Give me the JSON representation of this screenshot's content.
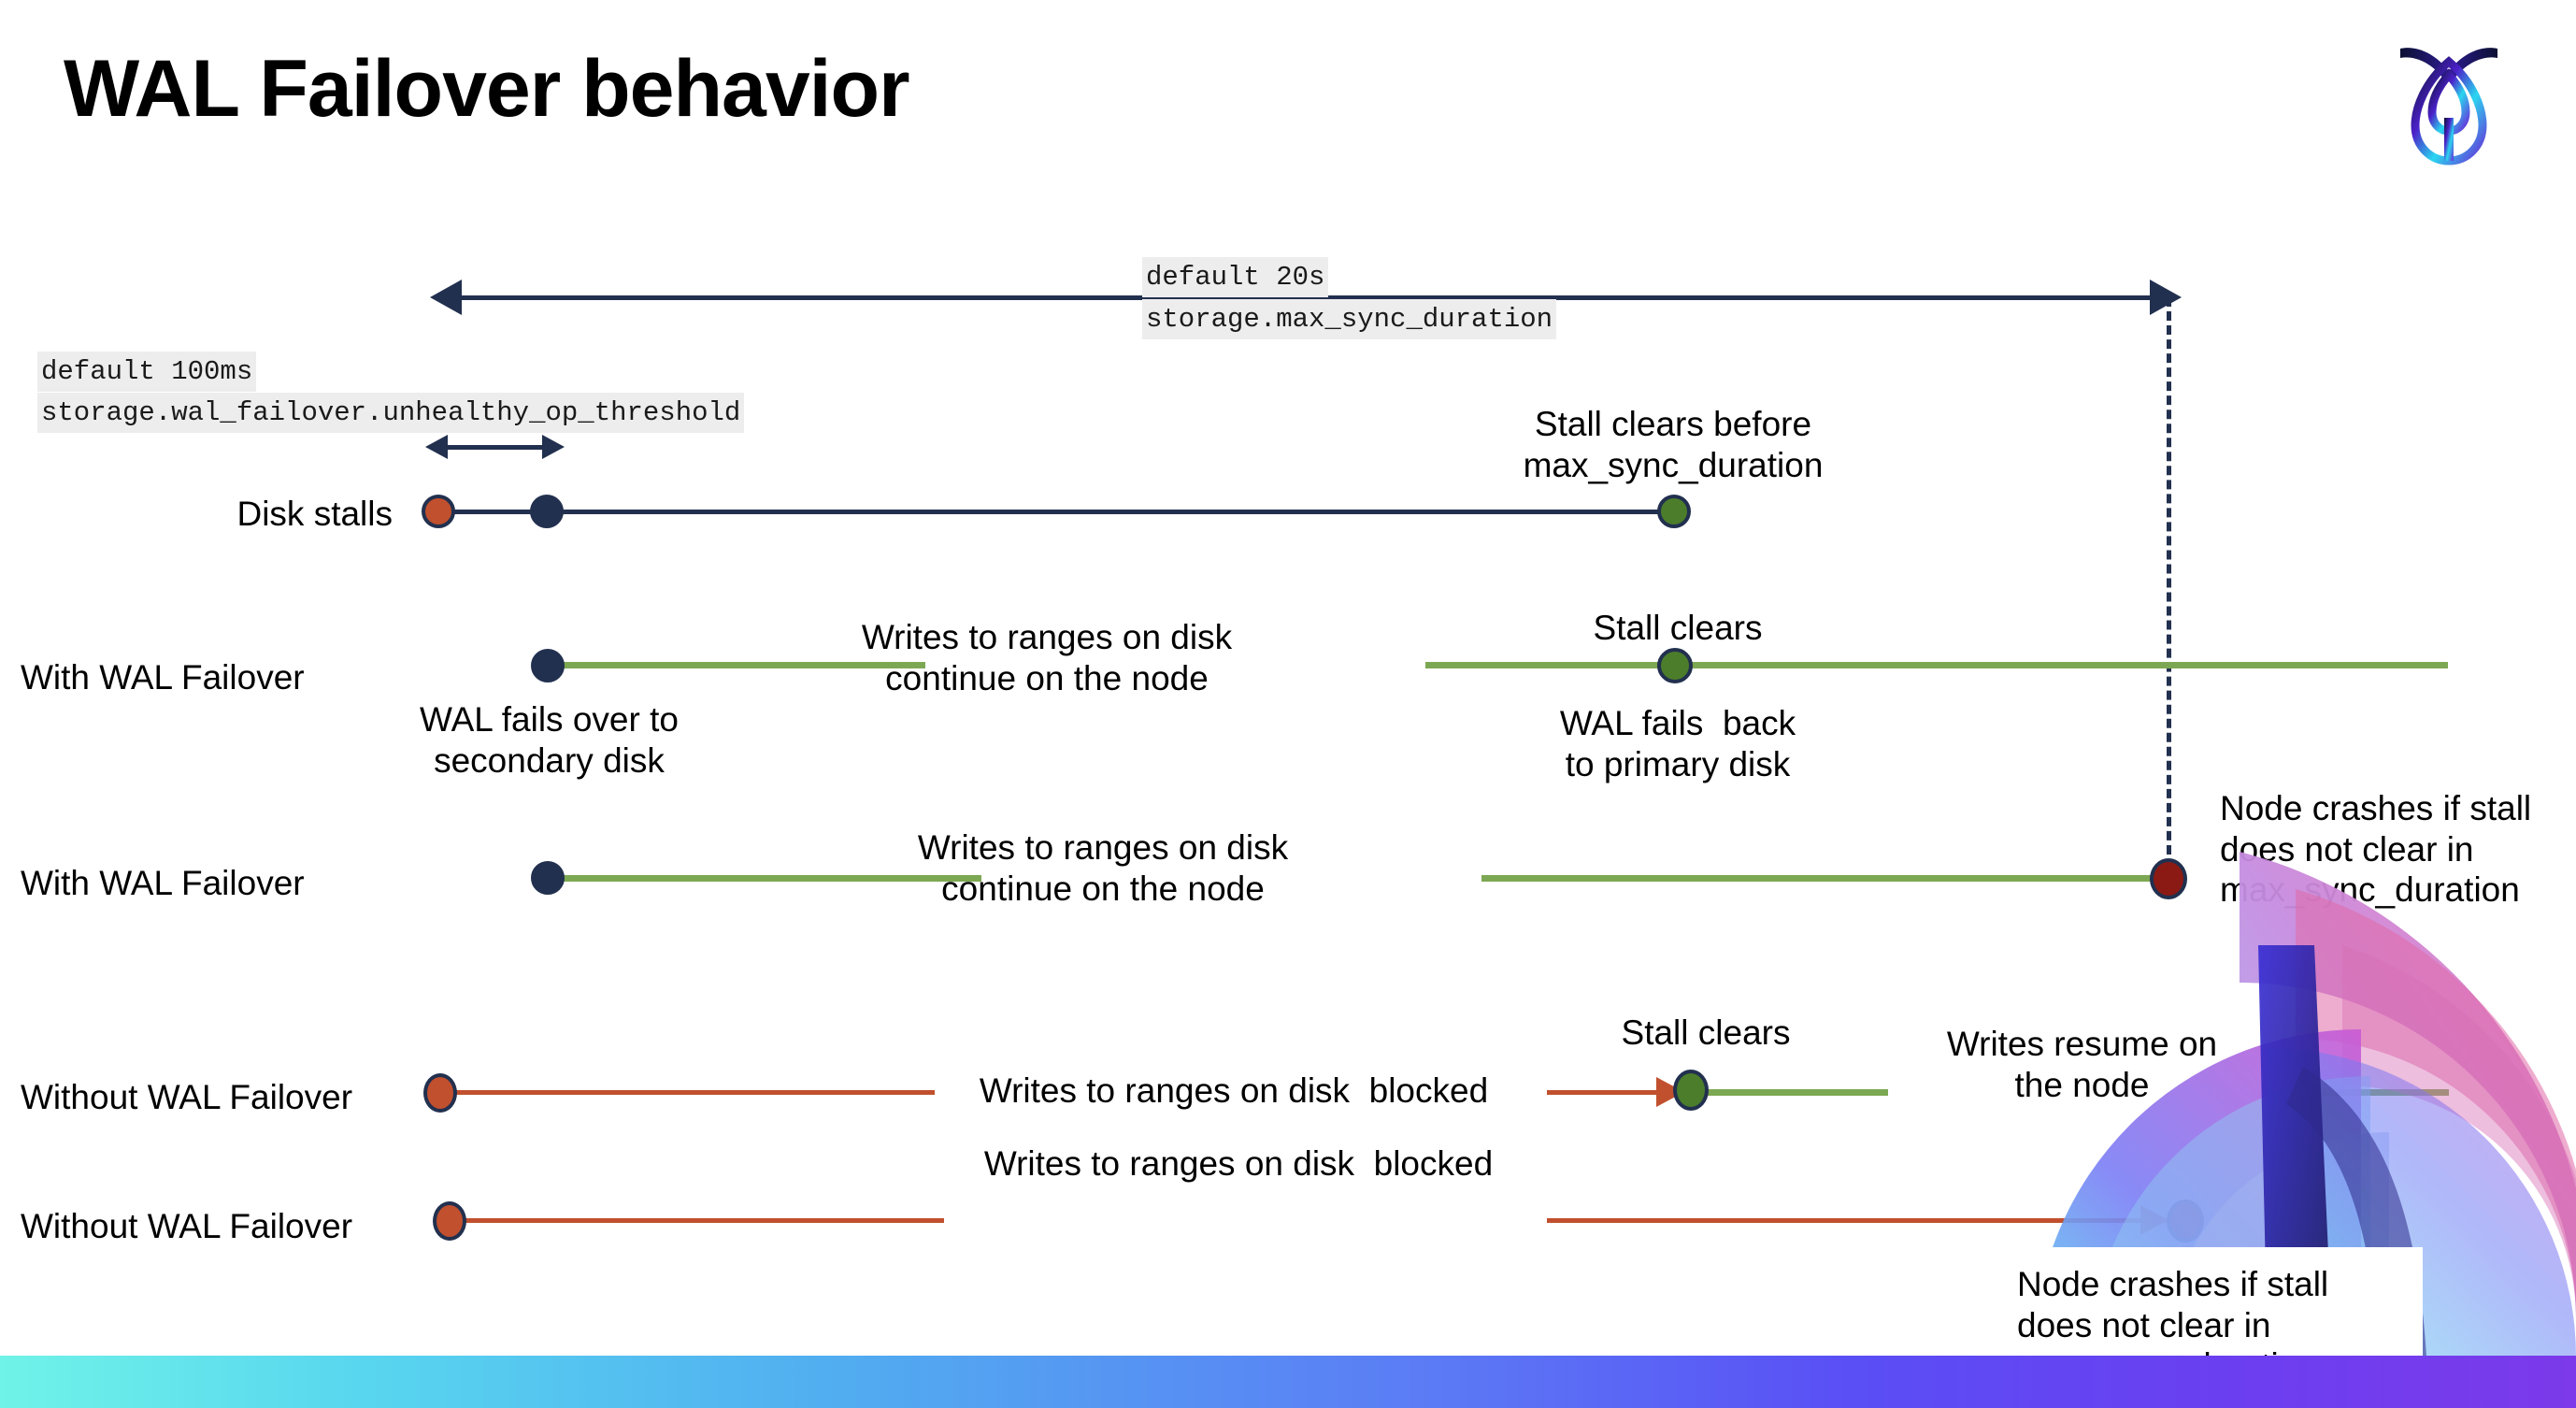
{
  "slide": {
    "title": "WAL Failover behavior",
    "logo_name": "cockroachdb-logo"
  },
  "annotations": {
    "max_sync_default": "default 20s",
    "max_sync_setting": "storage.max_sync_duration",
    "unhealthy_default": "default 100ms",
    "unhealthy_setting": "storage.wal_failover.unhealthy_op_threshold"
  },
  "rows": [
    {
      "id": "disk-stalls",
      "label": "Disk stalls",
      "note_above": "Stall clears before\nmax_sync_duration"
    },
    {
      "id": "with-wal-failover-1",
      "label": "With WAL Failover",
      "note_mid": "Writes to ranges on disk\ncontinue on the node",
      "note_above": "Stall clears",
      "note_below_left": "WAL fails over to\nsecondary disk",
      "note_below_right": "WAL fails  back\nto primary disk"
    },
    {
      "id": "with-wal-failover-2",
      "label": "With WAL Failover",
      "note_mid": "Writes to ranges on disk\ncontinue on the node",
      "note_right": "Node crashes if stall\ndoes not clear in\nmax_sync_duration"
    },
    {
      "id": "without-wal-failover-1",
      "label": "Without WAL Failover",
      "note_mid": "Writes to ranges on disk  blocked",
      "note_above": "Stall clears",
      "note_right": "Writes resume on\nthe node"
    },
    {
      "id": "without-wal-failover-2",
      "label": "Without WAL Failover",
      "note_mid": "Writes to ranges on disk  blocked",
      "note_right": "Node crashes if stall\ndoes not clear in\nmax_sync_duration"
    }
  ],
  "colors": {
    "navy": "#22304f",
    "orange": "#C1502E",
    "green_line": "#7DA853",
    "green_dot": "#4C7D2B",
    "dark_red": "#8C1A14",
    "code_bg": "#ededed"
  }
}
